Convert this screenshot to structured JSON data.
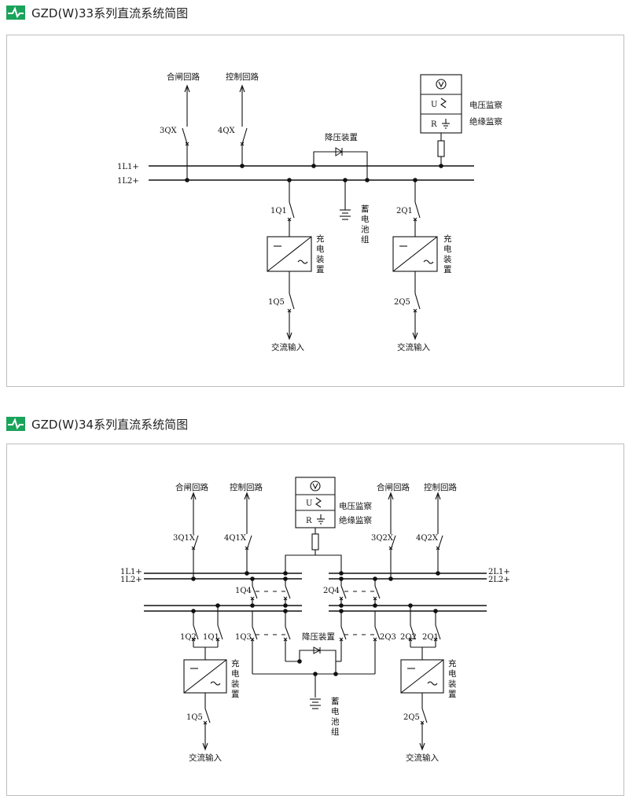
{
  "theme": {
    "accent": "#1aa35a",
    "line": "#111111",
    "border": "#bdbdbd"
  },
  "icons": {
    "section_logo": "green-pulse-logo"
  },
  "section1": {
    "title": "GZD(W)33系列直流系统简图",
    "bus1": "1L1+",
    "bus2": "1L2+",
    "closing_circuit": "合闸回路",
    "control_circuit": "控制回路",
    "sw_3qx": "3QX",
    "sw_4qx": "4QX",
    "step_down": "降压装置",
    "monitor_u": "U",
    "monitor_r": "R",
    "voltage_monitor": "电压监察",
    "insulation_monitor": "绝缘监察",
    "battery": [
      "蓄",
      "电",
      "池",
      "组"
    ],
    "sw_1q1": "1Q1",
    "sw_2q1": "2Q1",
    "charger_label": [
      "充",
      "电",
      "装",
      "置"
    ],
    "sw_1q5": "1Q5",
    "sw_2q5": "2Q5",
    "ac_input": "交流输入"
  },
  "section2": {
    "title": "GZD(W)34系列直流系统简图",
    "bus_l1_left": "1L1+",
    "bus_l2_left": "1L2+",
    "bus_l1_right": "2L1+",
    "bus_l2_right": "2L2+",
    "closing_circuit": "合闸回路",
    "control_circuit": "控制回路",
    "sw_3q1x": "3Q1X",
    "sw_4q1x": "4Q1X",
    "sw_3q2x": "3Q2X",
    "sw_4q2x": "4Q2X",
    "monitor_u": "U",
    "monitor_r": "R",
    "voltage_monitor": "电压监察",
    "insulation_monitor": "绝缘监察",
    "sw_1q4": "1Q4",
    "sw_2q4": "2Q4",
    "sw_1q2": "1Q2",
    "sw_1q1": "1Q1",
    "sw_1q3": "1Q3",
    "step_down": "降压装置",
    "sw_2q3": "2Q3",
    "sw_2q2": "2Q2",
    "sw_2q1": "2Q1",
    "charger_label": [
      "充",
      "电",
      "装",
      "置"
    ],
    "battery": [
      "蓄",
      "电",
      "池",
      "组"
    ],
    "sw_1q5": "1Q5",
    "sw_2q5": "2Q5",
    "ac_input": "交流输入"
  }
}
